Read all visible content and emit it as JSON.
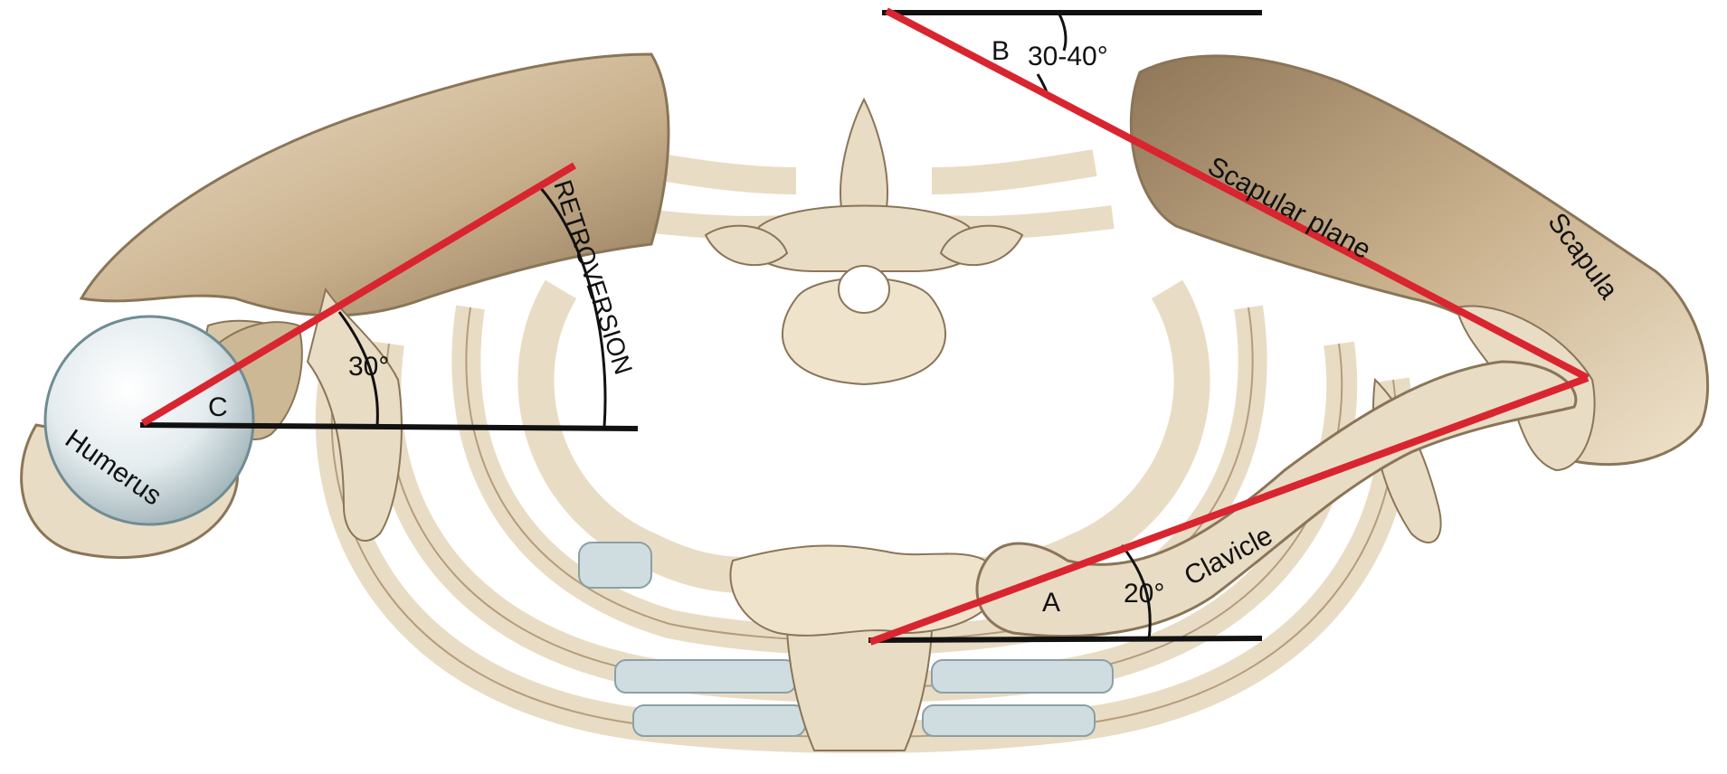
{
  "labels": {
    "humerus": "Humerus",
    "scapula": "Scapula",
    "clavicle": "Clavicle",
    "scapular_plane": "Scapular plane",
    "retroversion": "RETROVERSION",
    "point_a": "A",
    "point_b": "B",
    "point_c": "C",
    "angle_a": "20°",
    "angle_b": "30-40°",
    "angle_c": "30°"
  },
  "colors": {
    "bone": "#e9dcc4",
    "bone_shadow": "#b39d7c",
    "bone_dark": "#8a7558",
    "cartilage": "#cfdde0",
    "reference_line": "#111111",
    "axis_line": "#d9252f"
  }
}
